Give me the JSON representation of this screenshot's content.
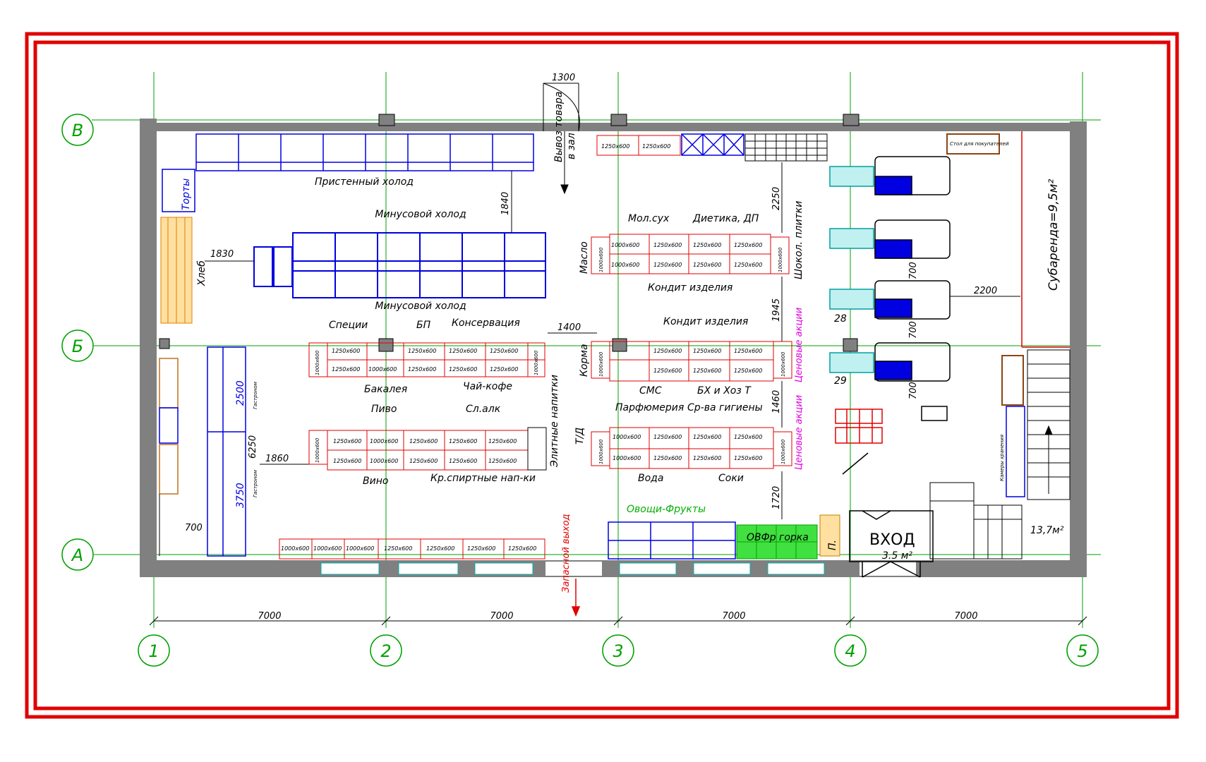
{
  "axes": {
    "rows": [
      "В",
      "Б",
      "А"
    ],
    "cols": [
      "1",
      "2",
      "3",
      "4",
      "5"
    ],
    "spans": [
      "7000",
      "7000",
      "7000",
      "7000"
    ]
  },
  "dims": {
    "d1300": "1300",
    "d1840": "1840",
    "d2250": "2250",
    "d1830": "1830",
    "d1400": "1400",
    "d1945": "1945",
    "d1460": "1460",
    "d1720": "1720",
    "d700a": "700",
    "d700b": "700",
    "d700c": "700",
    "d700d": "700",
    "d2200": "2200",
    "d1860": "1860",
    "d6250": "6250",
    "d2500": "2500",
    "d3750": "3750"
  },
  "labels": {
    "wall_cold": "Пристенный холод",
    "minus_top": "Минусовой холод",
    "minus_bottom": "Минусовой холод",
    "khleb": "Хлеб",
    "torty": "Торты",
    "vyvoz": "Вывоз товара",
    "v_zal": "в зал",
    "mol_sukh": "Мол.сух",
    "dietika": "Диетика, ДП",
    "maslo": "Масло",
    "shokol": "Шокол. плитки",
    "kondit1": "Кондит изделия",
    "kondit2": "Кондит изделия",
    "spetsii": "Специи",
    "bp": "БП",
    "konserv": "Консервация",
    "bakaleya": "Бакалея",
    "chai": "Чай-кофе",
    "korma": "Корма",
    "sms": "СМС",
    "bkh": "БХ и Хоз Т",
    "parfum": "Парфюмерия",
    "sr_vo": "Ср-ва гигиены",
    "pivo": "Пиво",
    "sl_alk": "Сл.алк",
    "vino": "Вино",
    "kr_spirt": "Кр.спиртные нап-ки",
    "elitnye": "Элитные напитки",
    "td": "Т/Д",
    "voda": "Вода",
    "soki": "Соки",
    "ovoshchi": "Овощи-Фрукты",
    "ovfr": "ОВФр горка",
    "tsenovye1": "Ценовые акции",
    "tsenovye2": "Ценовые акции",
    "zapasnoy": "Запасной выход",
    "vkhod": "ВХОД",
    "area_vkhod": "3.5 м²",
    "subarenda": "Субаренда=9,5м²",
    "area_stair": "13,7м²",
    "stol": "Стол для покупателей",
    "n28": "28",
    "n29": "29",
    "p_label": "П.",
    "kamery": "Камеры хранения",
    "gastronom1": "Гастроном",
    "gastronom2": "Гастроном"
  },
  "shelf": {
    "s1250": "1250х600",
    "s1000": "1000х600",
    "s1000v": "1000х600"
  },
  "colors": {
    "frame": "#e00000",
    "grid": "#00a000",
    "wall": "#808080",
    "fridge": "#0000e0",
    "shelf": "#e00000",
    "promo": "#e000e0"
  }
}
